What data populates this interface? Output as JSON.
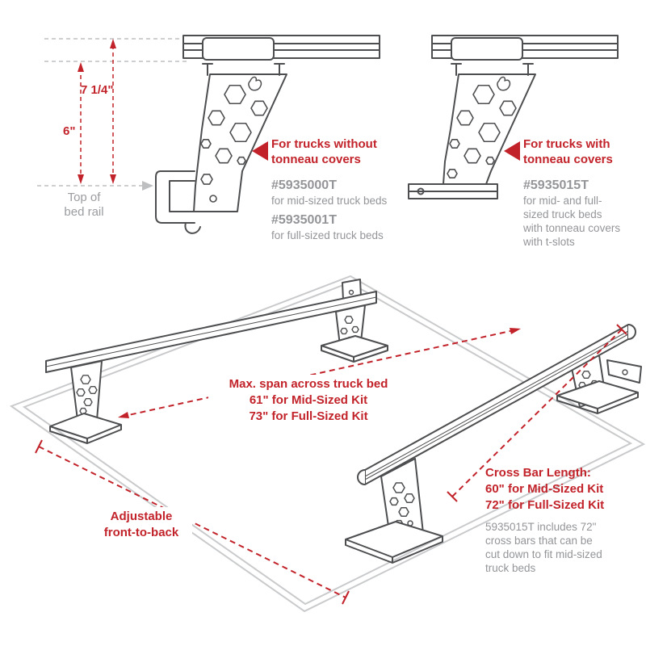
{
  "colors": {
    "accent_red": "#c2232a",
    "text_gray": "#939598",
    "line_dark": "#4d4e50",
    "line_light": "#c9cacc"
  },
  "dimensions": {
    "bracket_height": "7 1/4\"",
    "inner_height": "6\"",
    "bed_rail_ref": [
      "Top of",
      "bed rail"
    ]
  },
  "no_tonneau": {
    "heading": [
      "For trucks without",
      "tonneau covers"
    ],
    "parts": [
      {
        "number": "#5935000T",
        "desc": "for mid-sized truck beds"
      },
      {
        "number": "#5935001T",
        "desc": "for full-sized truck beds"
      }
    ]
  },
  "tonneau": {
    "heading": [
      "For trucks with",
      "tonneau covers"
    ],
    "part_number": "#5935015T",
    "desc": [
      "for mid- and full-",
      "sized truck beds",
      "with tonneau covers",
      "with t-slots"
    ]
  },
  "span_annotation": {
    "lines": [
      "Max. span across truck bed",
      "61\" for Mid-Sized Kit",
      "73\" for Full-Sized Kit"
    ]
  },
  "adjust_annotation": {
    "lines": [
      "Adjustable",
      "front-to-back"
    ]
  },
  "crossbar_annotation": {
    "heading_lines": [
      "Cross Bar Length:",
      "60\" for Mid-Sized Kit",
      "72\" for Full-Sized Kit"
    ],
    "note_lines": [
      "5935015T includes 72\"",
      "cross bars that can be",
      "cut down to fit mid-sized",
      "truck beds"
    ]
  }
}
